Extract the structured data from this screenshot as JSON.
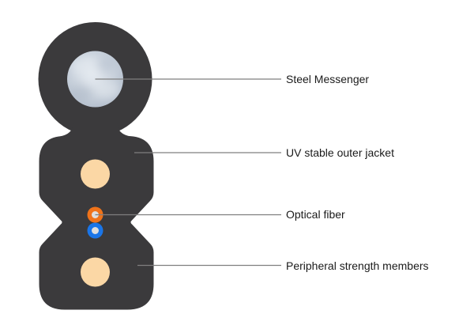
{
  "colors": {
    "background": "#ffffff",
    "jacket": "#3b3a3c",
    "steel_base": "#c6cfda",
    "steel_highlight": "#e4e9ef",
    "steel_shadow": "#aab5c5",
    "strength_member": "#fbd7a5",
    "fiber_orange": "#f0731a",
    "fiber_blue": "#1a75e8",
    "fiber_core": "#dedede",
    "leader_line": "#7f7f7f",
    "label_text": "#1a1a1a"
  },
  "labels": [
    {
      "text": "Steel Messenger"
    },
    {
      "text": "UV stable outer jacket"
    },
    {
      "text": "Optical fiber"
    },
    {
      "text": "Peripheral strength members"
    }
  ]
}
